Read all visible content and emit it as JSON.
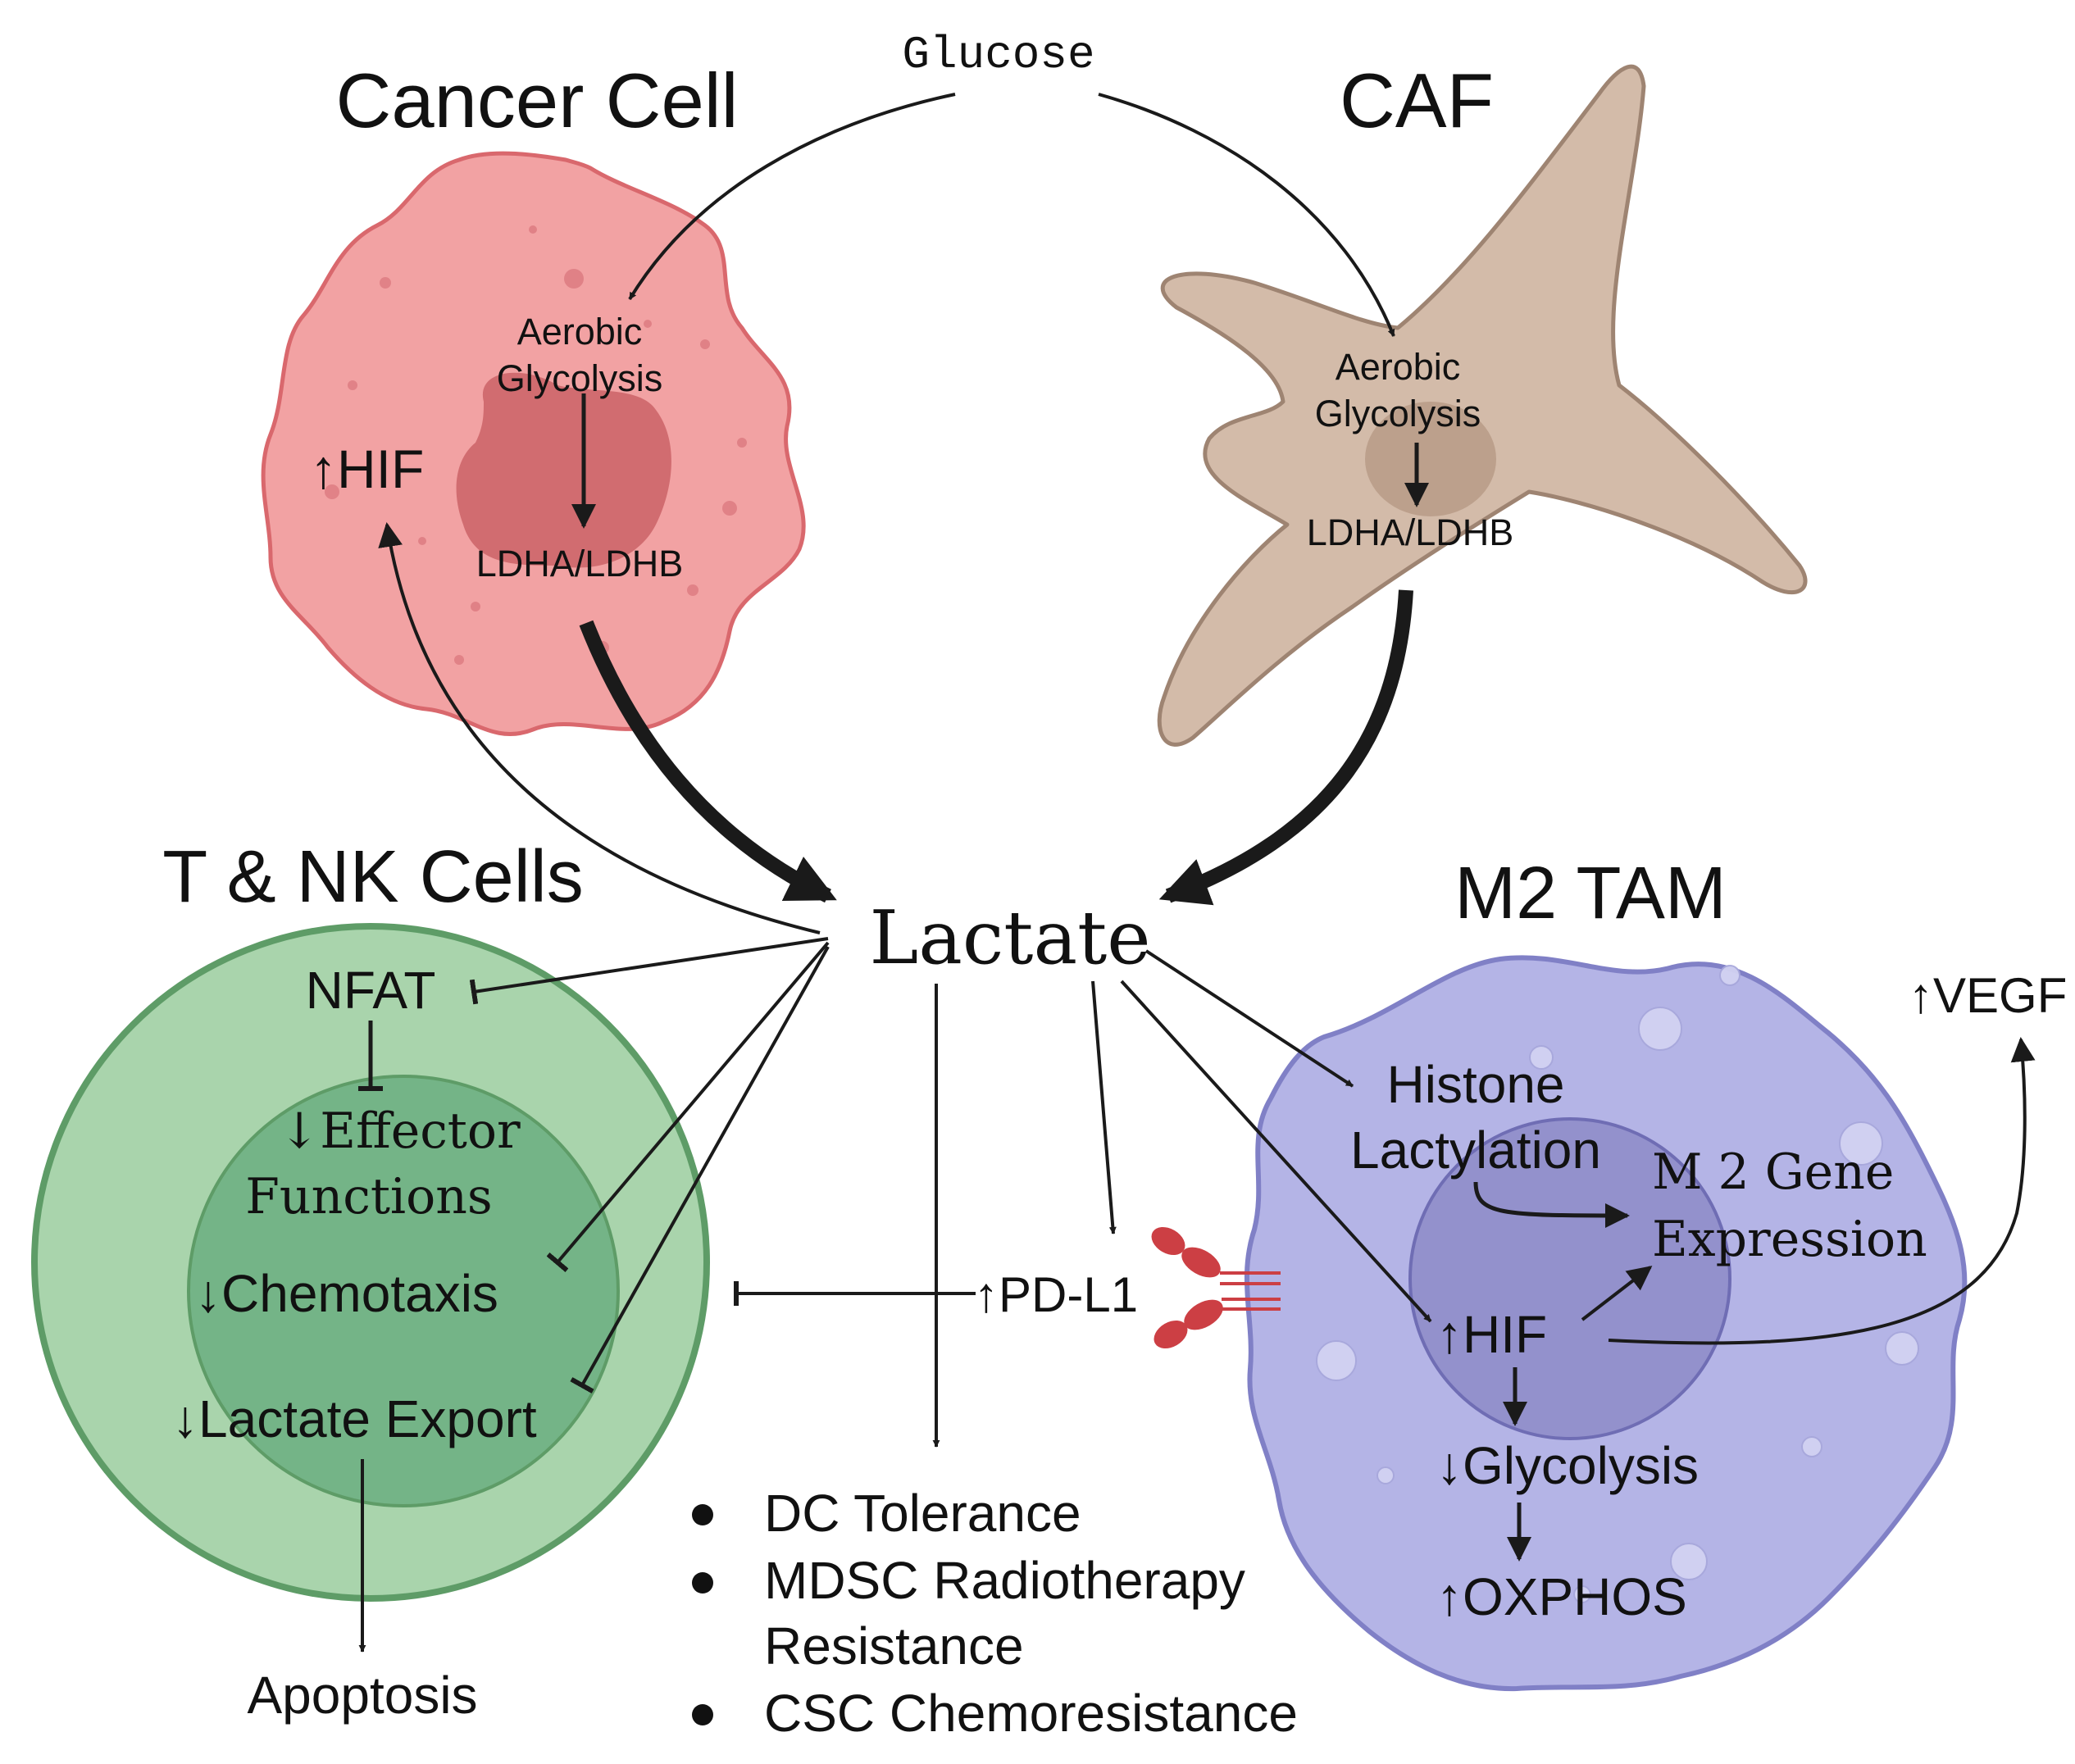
{
  "glucose": "Glucose",
  "lactate": "Lactate",
  "colors": {
    "cancer_fill": "#f2a2a3",
    "cancer_stroke": "#d9686d",
    "cancer_nucleus": "#d16c70",
    "caf_fill": "#d3bba9",
    "caf_stroke": "#9e8472",
    "caf_nucleus": "#bca08c",
    "tnk_outer": "#a9d4ac",
    "tnk_inner": "#74b487",
    "tnk_stroke": "#5e9c67",
    "tam_fill": "#b4b4e6",
    "tam_stroke": "#8080c6",
    "tam_nucleus": "#9391cc",
    "pdl1": "#cc3f44",
    "arrow": "#1a1a1a"
  },
  "cancer_cell": {
    "title": "Cancer Cell",
    "aerobic": "Aerobic",
    "glycolysis": "Glycolysis",
    "ldh": "LDHA/LDHB",
    "hif": "↑HIF"
  },
  "caf": {
    "title": "CAF",
    "aerobic": "Aerobic",
    "glycolysis": "Glycolysis",
    "ldh": "LDHA/LDHB"
  },
  "tnk": {
    "title": "T & NK Cells",
    "nfat": "NFAT",
    "effector_1": "↓Effector",
    "effector_2": "Functions",
    "chemotaxis": "↓Chemotaxis",
    "lactate_export": "↓Lactate Export",
    "apoptosis": "Apoptosis"
  },
  "tam": {
    "title": "M2 TAM",
    "histone_1": "Histone",
    "histone_2": "Lactylation",
    "m2_1": "M 2 Gene",
    "m2_2": "Expression",
    "hif": "↑HIF",
    "glycolysis": "↓Glycolysis",
    "oxphos": "↑OXPHOS",
    "vegf": "↑VEGF"
  },
  "pdl1": "↑PD-L1",
  "bullets": {
    "dc": "DC Tolerance",
    "mdsc_1": "MDSC Radiotherapy",
    "mdsc_2": "Resistance",
    "csc": "CSC Chemoresistance"
  }
}
